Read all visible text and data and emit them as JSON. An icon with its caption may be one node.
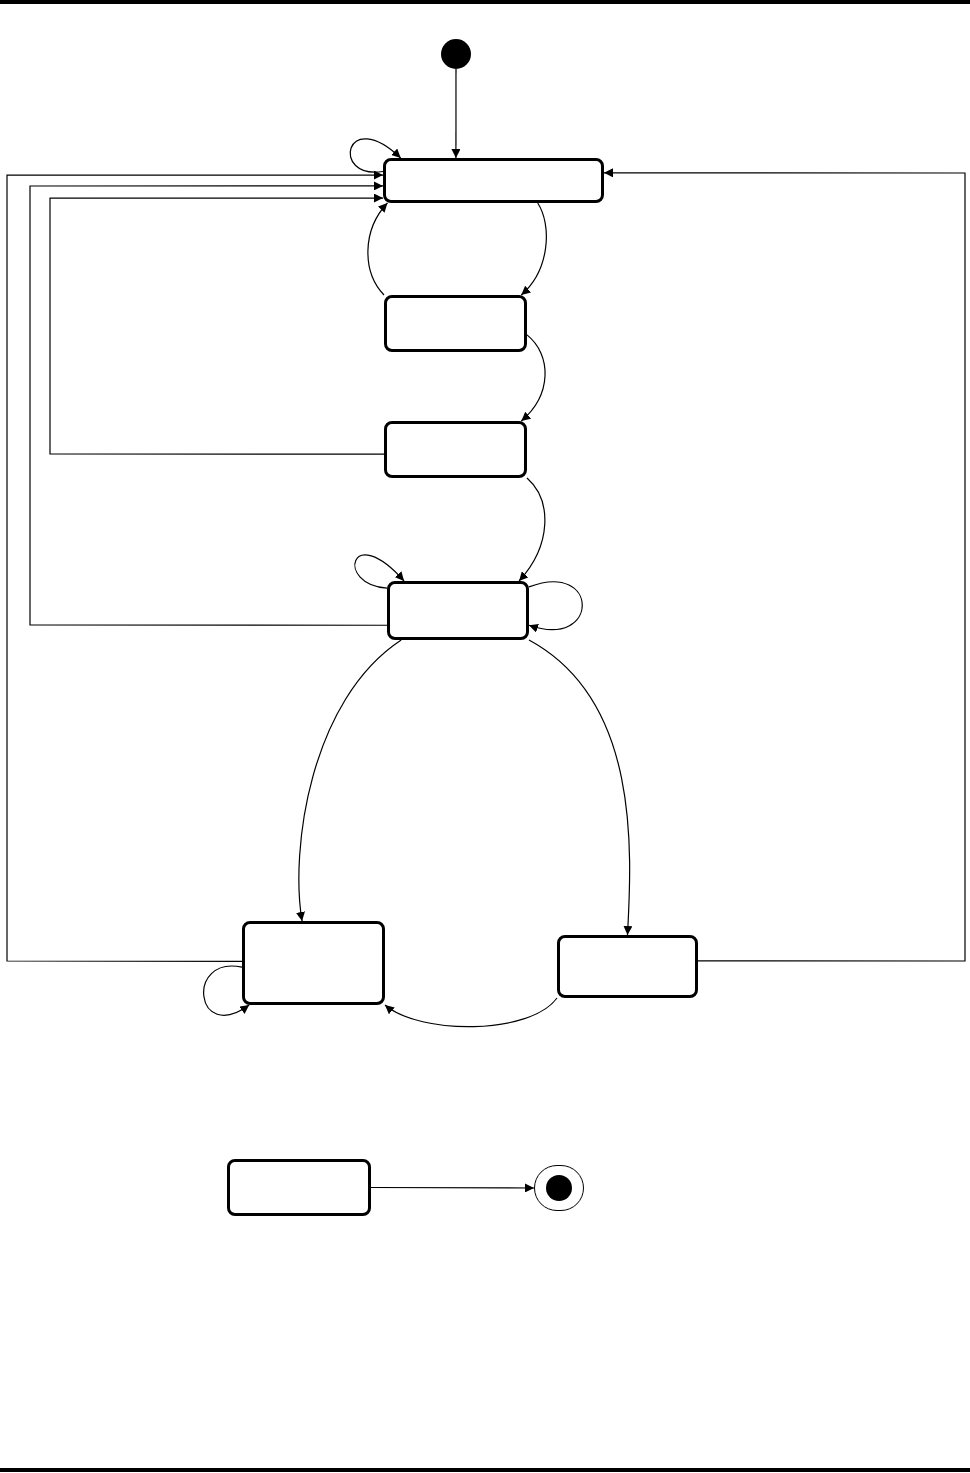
{
  "diagram": {
    "nodes": [
      {
        "text": [],
        "shape": "circle"
      },
      {
        "text": [],
        "shape": "box"
      },
      {
        "text": [],
        "shape": "box"
      },
      {
        "text": [],
        "shape": "box"
      },
      {
        "text": [],
        "shape": "box"
      },
      {
        "text": [],
        "shape": "box"
      },
      {
        "text": [],
        "shape": "box"
      },
      {
        "text": [],
        "shape": "box"
      },
      {
        "text": [],
        "shape": "circle"
      }
    ],
    "edges": [
      {
        "from": 0,
        "to": 1,
        "arrow": "to"
      },
      {
        "from": 1,
        "to": 1,
        "arrow": "to"
      },
      {
        "from": 1,
        "to": 2,
        "arrow": "to"
      },
      {
        "from": 2,
        "to": 1,
        "arrow": "to"
      },
      {
        "from": 2,
        "to": 3,
        "arrow": "to"
      },
      {
        "from": 3,
        "to": 1,
        "arrow": "to"
      },
      {
        "from": 3,
        "to": 4,
        "arrow": "to"
      },
      {
        "from": 4,
        "to": 4,
        "arrow": "to"
      },
      {
        "from": 4,
        "to": 4,
        "arrow": "to"
      },
      {
        "from": 4,
        "to": 1,
        "arrow": "to"
      },
      {
        "from": 4,
        "to": 5,
        "arrow": "to"
      },
      {
        "from": 4,
        "to": 6,
        "arrow": "to"
      },
      {
        "from": 5,
        "to": 5,
        "arrow": "to"
      },
      {
        "from": 6,
        "to": 5,
        "arrow": "to"
      },
      {
        "from": 5,
        "to": 1,
        "arrow": "to"
      },
      {
        "from": 6,
        "to": 1,
        "arrow": "to"
      },
      {
        "from": 7,
        "to": 8,
        "arrow": "to"
      }
    ]
  }
}
